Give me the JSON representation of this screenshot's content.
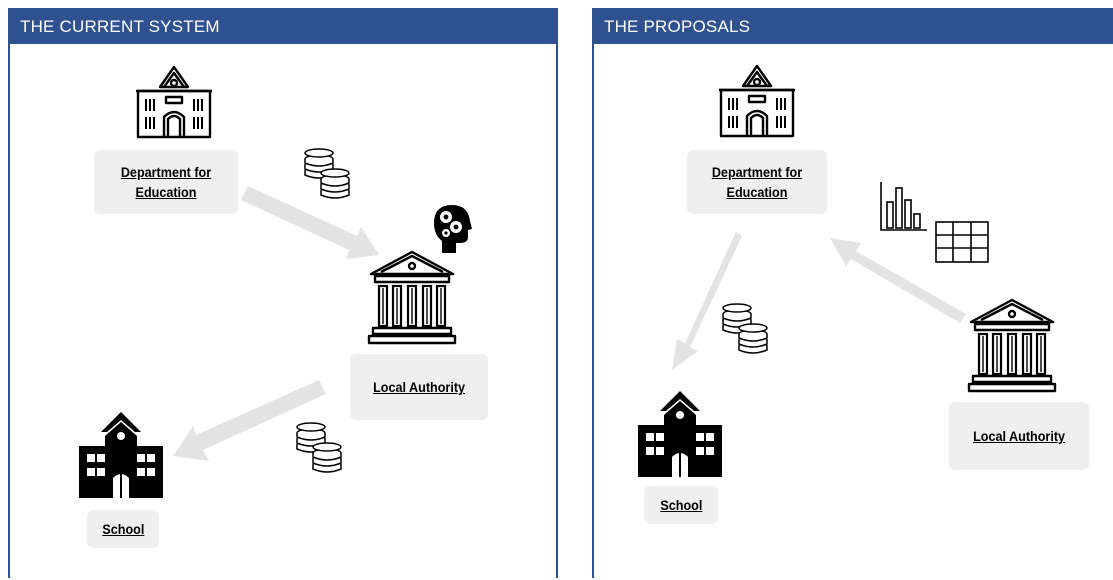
{
  "panels": {
    "current": {
      "title": "THE CURRENT SYSTEM",
      "department_label": "Department for Education",
      "local_authority_label": "Local Authority",
      "school_label": "School"
    },
    "proposals": {
      "title": "THE PROPOSALS",
      "department_label": "Department for Education",
      "local_authority_label": "Local Authority",
      "school_label": "School"
    }
  },
  "icons": {
    "current": [
      "department-building-icon",
      "coins-icon",
      "head-gears-icon",
      "local-authority-building-icon",
      "coins-icon",
      "school-icon"
    ],
    "proposals": [
      "department-building-icon",
      "bar-chart-icon",
      "table-grid-icon",
      "coins-icon",
      "local-authority-building-icon",
      "school-icon"
    ]
  },
  "colors": {
    "header": "#2f5190",
    "node_background": "#efefef",
    "arrow": "#e3e3e3"
  }
}
